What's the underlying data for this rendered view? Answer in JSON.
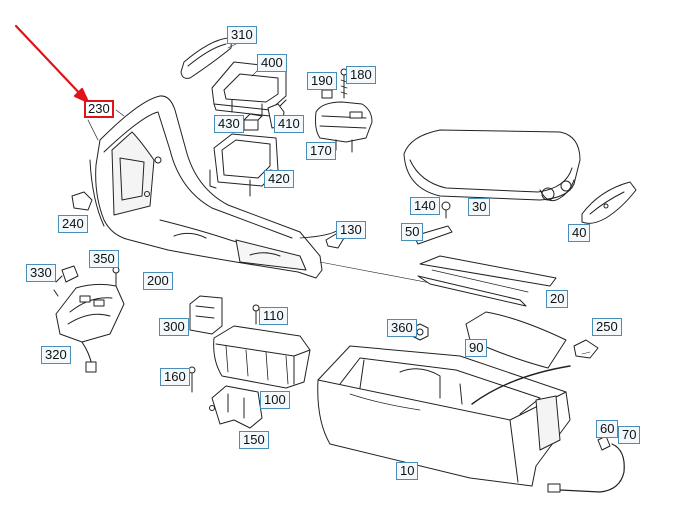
{
  "diagram": {
    "highlight_color": "#e0131b",
    "label_border_color": "#4a8db7",
    "callouts": {
      "c10": "10",
      "c20": "20",
      "c30": "30",
      "c40": "40",
      "c50": "50",
      "c60": "60",
      "c70": "70",
      "c90": "90",
      "c100": "100",
      "c110": "110",
      "c130": "130",
      "c140": "140",
      "c150": "150",
      "c160": "160",
      "c170": "170",
      "c180": "180",
      "c190": "190",
      "c200": "200",
      "c230": "230",
      "c240": "240",
      "c250": "250",
      "c300": "300",
      "c310": "310",
      "c320": "320",
      "c330": "330",
      "c350": "350",
      "c360": "360",
      "c400": "400",
      "c410": "410",
      "c420": "420",
      "c430": "430"
    },
    "highlighted_callout": "230"
  }
}
